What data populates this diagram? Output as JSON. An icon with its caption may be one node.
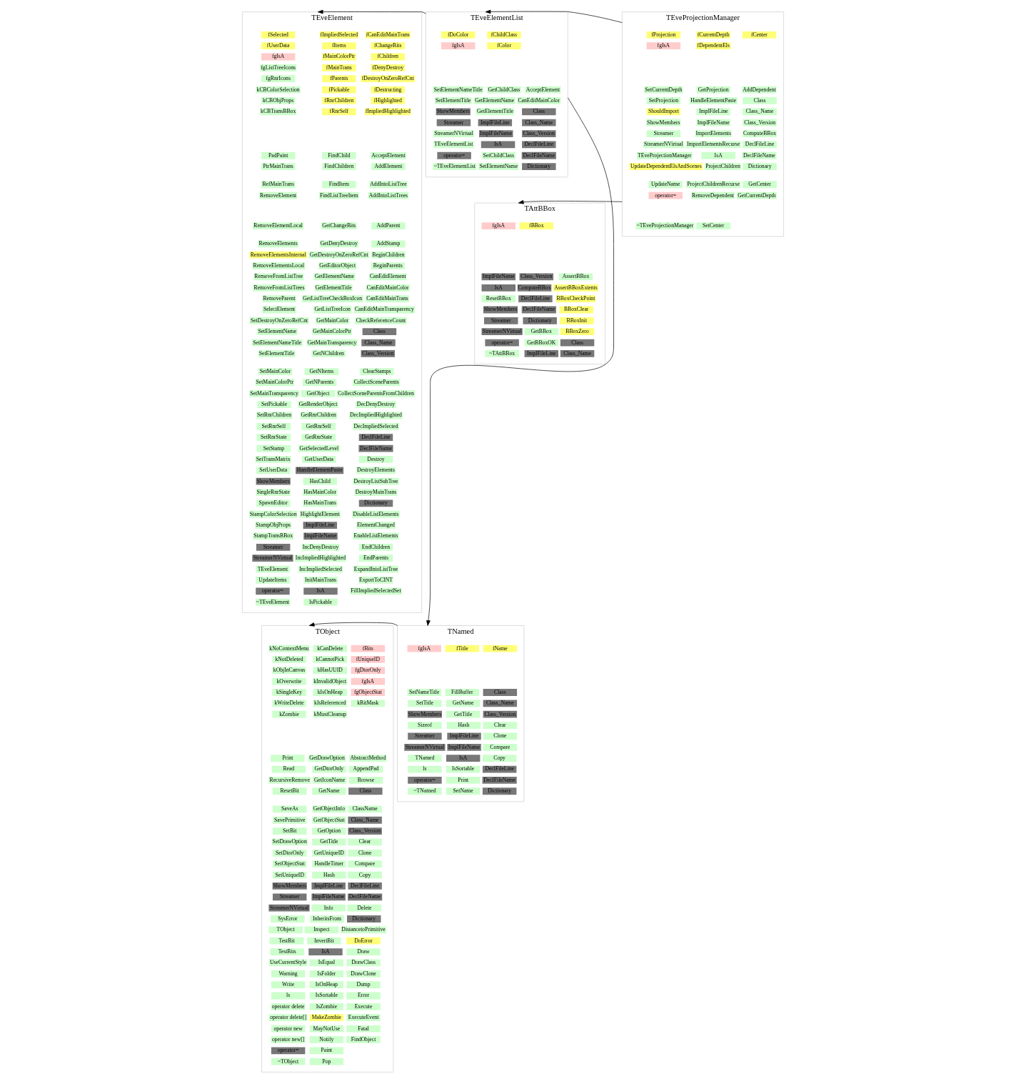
{
  "diagram": {
    "nodes": [
      {
        "text": [
          "TEveElement"
        ]
      },
      {
        "text": [
          "fSelected"
        ],
        "in": 0
      },
      {
        "text": [
          "fUserData"
        ],
        "in": 0
      },
      {
        "text": [
          "fgIsA"
        ],
        "in": 0
      },
      {
        "text": [
          "fgListTreeIcons"
        ],
        "in": 0
      },
      {
        "text": [
          "fgRnrIcons"
        ],
        "in": 0
      },
      {
        "text": [
          "kCBColorSelection"
        ],
        "in": 0
      },
      {
        "text": [
          "kCBObjProps"
        ],
        "in": 0
      },
      {
        "text": [
          "kCBTransBBox"
        ],
        "in": 0
      },
      {
        "text": [
          "fImpliedSelected"
        ],
        "in": 0
      },
      {
        "text": [
          "fItems"
        ],
        "in": 0
      },
      {
        "text": [
          "fMainColorPtr"
        ],
        "in": 0
      },
      {
        "text": [
          "fMainTrans"
        ],
        "in": 0
      },
      {
        "text": [
          "fParents"
        ],
        "in": 0
      },
      {
        "text": [
          "fPickable"
        ],
        "in": 0
      },
      {
        "text": [
          "fRnrChildren"
        ],
        "in": 0
      },
      {
        "text": [
          "fRnrSelf"
        ],
        "in": 0
      },
      {
        "text": [
          "fCanEditMainTrans"
        ],
        "in": 0
      },
      {
        "text": [
          "fChangeBits"
        ],
        "in": 0
      },
      {
        "text": [
          "fChildren"
        ],
        "in": 0
      },
      {
        "text": [
          "fDenyDestroy"
        ],
        "in": 0
      },
      {
        "text": [
          "fDestroyOnZeroRefCnt"
        ],
        "in": 0
      },
      {
        "text": [
          "fDestructing"
        ],
        "in": 0
      },
      {
        "text": [
          "fHighlighted"
        ],
        "in": 0
      },
      {
        "text": [
          "fImpliedHighlighted"
        ],
        "in": 0
      },
      {
        "text": [
          "PadPaint"
        ],
        "in": 0
      },
      {
        "text": [
          "PtrMainTrans"
        ],
        "in": 0
      },
      {
        "text": [
          "RefMainTrans"
        ],
        "in": 0
      },
      {
        "text": [
          "RemoveElement"
        ],
        "in": 0
      },
      {
        "text": [
          "RemoveElementLocal"
        ],
        "in": 0
      },
      {
        "text": [
          "RemoveElements"
        ],
        "in": 0
      },
      {
        "text": [
          "RemoveElementsInternal"
        ],
        "in": 0
      },
      {
        "text": [
          "RemoveElementsLocal"
        ],
        "in": 0
      },
      {
        "text": [
          "RemoveFromListTree"
        ],
        "in": 0
      },
      {
        "text": [
          "RemoveFromListTrees"
        ],
        "in": 0
      },
      {
        "text": [
          "RemoveParent"
        ],
        "in": 0
      },
      {
        "text": [
          "SelectElement"
        ],
        "in": 0
      },
      {
        "text": [
          "SetDestroyOnZeroRefCnt"
        ],
        "in": 0
      },
      {
        "text": [
          "SetElementName"
        ],
        "in": 0
      },
      {
        "text": [
          "SetElementNameTitle"
        ],
        "in": 0
      },
      {
        "text": [
          "SetElementTitle"
        ],
        "in": 0
      },
      {
        "text": [
          "SetMainColor"
        ],
        "in": 0
      },
      {
        "text": [
          "SetMainColorPtr"
        ],
        "in": 0
      },
      {
        "text": [
          "SetMainTransparency"
        ],
        "in": 0
      },
      {
        "text": [
          "SetPickable"
        ],
        "in": 0
      },
      {
        "text": [
          "SetRnrChildren"
        ],
        "in": 0
      },
      {
        "text": [
          "SetRnrSelf"
        ],
        "in": 0
      },
      {
        "text": [
          "SetRnrState"
        ],
        "in": 0
      },
      {
        "text": [
          "SetStamp"
        ],
        "in": 0
      },
      {
        "text": [
          "SetTransMatrix"
        ],
        "in": 0
      },
      {
        "text": [
          "SetUserData"
        ],
        "in": 0
      },
      {
        "text": [
          "ShowMembers"
        ],
        "in": 0
      },
      {
        "text": [
          "SingleRnrState"
        ],
        "in": 0
      },
      {
        "text": [
          "SpawnEditor"
        ],
        "in": 0
      },
      {
        "text": [
          "StampColorSelection"
        ],
        "in": 0
      },
      {
        "text": [
          "StampObjProps"
        ],
        "in": 0
      },
      {
        "text": [
          "StampTransBBox"
        ],
        "in": 0
      },
      {
        "text": [
          "Streamer"
        ],
        "in": 0
      },
      {
        "text": [
          "StreamerNVirtual"
        ],
        "in": 0
      },
      {
        "text": [
          "TEveElement"
        ],
        "in": 0
      },
      {
        "text": [
          "UpdateItems"
        ],
        "in": 0
      },
      {
        "text": [
          "operator="
        ],
        "in": 0
      },
      {
        "text": [
          "~TEveElement"
        ],
        "in": 0
      },
      {
        "text": [
          "FindChild"
        ],
        "in": 0
      },
      {
        "text": [
          "FindChildren"
        ],
        "in": 0
      },
      {
        "text": [
          "FindItem"
        ],
        "in": 0
      },
      {
        "text": [
          "FindListTreeItem"
        ],
        "in": 0
      },
      {
        "text": [
          "GetChangeBits"
        ],
        "in": 0
      },
      {
        "text": [
          "GetDenyDestroy"
        ],
        "in": 0
      },
      {
        "text": [
          "GetDestroyOnZeroRefCnt"
        ],
        "in": 0
      },
      {
        "text": [
          "GetEditorObject"
        ],
        "in": 0
      },
      {
        "text": [
          "GetElementName"
        ],
        "in": 0
      },
      {
        "text": [
          "GetElementTitle"
        ],
        "in": 0
      },
      {
        "text": [
          "GetListTreeCheckBoxIcon"
        ],
        "in": 0
      },
      {
        "text": [
          "GetListTreeIcon"
        ],
        "in": 0
      },
      {
        "text": [
          "GetMainColor"
        ],
        "in": 0
      },
      {
        "text": [
          "GetMainColorPtr"
        ],
        "in": 0
      },
      {
        "text": [
          "GetMainTransparency"
        ],
        "in": 0
      },
      {
        "text": [
          "GetNChildren"
        ],
        "in": 0
      },
      {
        "text": [
          "GetNItems"
        ],
        "in": 0
      },
      {
        "text": [
          "GetNParents"
        ],
        "in": 0
      },
      {
        "text": [
          "GetObject"
        ],
        "in": 0
      },
      {
        "text": [
          "GetRenderObject"
        ],
        "in": 0
      },
      {
        "text": [
          "GetRnrChildren"
        ],
        "in": 0
      },
      {
        "text": [
          "GetRnrSelf"
        ],
        "in": 0
      },
      {
        "text": [
          "GetRnrState"
        ],
        "in": 0
      },
      {
        "text": [
          "GetSelectedLevel"
        ],
        "in": 0
      },
      {
        "text": [
          "GetUserData"
        ],
        "in": 0
      },
      {
        "text": [
          "HandleElementPaste"
        ],
        "in": 0
      },
      {
        "text": [
          "HasChild"
        ],
        "in": 0
      },
      {
        "text": [
          "HasMainColor"
        ],
        "in": 0
      },
      {
        "text": [
          "HasMainTrans"
        ],
        "in": 0
      },
      {
        "text": [
          "HighlightElement"
        ],
        "in": 0
      },
      {
        "text": [
          "ImplFileLine"
        ],
        "in": 0
      },
      {
        "text": [
          "ImplFileName"
        ],
        "in": 0
      },
      {
        "text": [
          "IncDenyDestroy"
        ],
        "in": 0
      },
      {
        "text": [
          "IncImpliedHighlighted"
        ],
        "in": 0
      },
      {
        "text": [
          "IncImpliedSelected"
        ],
        "in": 0
      },
      {
        "text": [
          "InitMainTrans"
        ],
        "in": 0
      },
      {
        "text": [
          "IsA"
        ],
        "in": 0
      },
      {
        "text": [
          "IsPickable"
        ],
        "in": 0
      },
      {
        "text": [
          "AcceptElement"
        ],
        "in": 0
      },
      {
        "text": [
          "AddElement"
        ],
        "in": 0
      },
      {
        "text": [
          "AddIntoListTree"
        ],
        "in": 0
      },
      {
        "text": [
          "AddIntoListTrees"
        ],
        "in": 0
      },
      {
        "text": [
          "AddParent"
        ],
        "in": 0
      },
      {
        "text": [
          "AddStamp"
        ],
        "in": 0
      },
      {
        "text": [
          "BeginChildren"
        ],
        "in": 0
      },
      {
        "text": [
          "BeginParents"
        ],
        "in": 0
      },
      {
        "text": [
          "CanEditElement"
        ],
        "in": 0
      },
      {
        "text": [
          "CanEditMainColor"
        ],
        "in": 0
      },
      {
        "text": [
          "CanEditMainTrans"
        ],
        "in": 0
      },
      {
        "text": [
          "CanEditMainTransparency"
        ],
        "in": 0
      },
      {
        "text": [
          "CheckReferenceCount"
        ],
        "in": 0
      },
      {
        "text": [
          "Class"
        ],
        "in": 0
      },
      {
        "text": [
          "Class_Name"
        ],
        "in": 0
      },
      {
        "text": [
          "Class_Version"
        ],
        "in": 0
      },
      {
        "text": [
          "ClearStamps"
        ],
        "in": 0
      },
      {
        "text": [
          "CollectSceneParents"
        ],
        "in": 0
      },
      {
        "text": [
          "CollectSceneParentsFromChildren"
        ],
        "in": 0
      },
      {
        "text": [
          "DecDenyDestroy"
        ],
        "in": 0
      },
      {
        "text": [
          "DecImpliedHighlighted"
        ],
        "in": 0
      },
      {
        "text": [
          "DecImpliedSelected"
        ],
        "in": 0
      },
      {
        "text": [
          "DeclFileLine"
        ],
        "in": 0
      },
      {
        "text": [
          "DeclFileName"
        ],
        "in": 0
      },
      {
        "text": [
          "Destroy"
        ],
        "in": 0
      },
      {
        "text": [
          "DestroyElements"
        ],
        "in": 0
      },
      {
        "text": [
          "DestroyListSubTree"
        ],
        "in": 0
      },
      {
        "text": [
          "DestroyMainTrans"
        ],
        "in": 0
      },
      {
        "text": [
          "Dictionary"
        ],
        "in": 0
      },
      {
        "text": [
          "DisableListElements"
        ],
        "in": 0
      },
      {
        "text": [
          "ElementChanged"
        ],
        "in": 0
      },
      {
        "text": [
          "EnableListElements"
        ],
        "in": 0
      },
      {
        "text": [
          "EndChildren"
        ],
        "in": 0
      },
      {
        "text": [
          "EndParents"
        ],
        "in": 0
      },
      {
        "text": [
          "ExpandIntoListTree"
        ],
        "in": 0
      },
      {
        "text": [
          "ExportToCINT"
        ],
        "in": 0
      },
      {
        "text": [
          "FillImpliedSelectedSet"
        ],
        "in": 0
      },
      {
        "text": [
          "TEveElementList"
        ]
      },
      {
        "text": [
          "fDoColor"
        ],
        "in": 138
      },
      {
        "text": [
          "fgIsA"
        ],
        "in": 138
      },
      {
        "text": [
          "fChildClass"
        ],
        "in": 138
      },
      {
        "text": [
          "fColor"
        ],
        "in": 138
      },
      {
        "text": [
          "SetElementNameTitle"
        ],
        "in": 138
      },
      {
        "text": [
          "SetElementTitle"
        ],
        "in": 138
      },
      {
        "text": [
          "ShowMembers"
        ],
        "in": 138
      },
      {
        "text": [
          "Streamer"
        ],
        "in": 138
      },
      {
        "text": [
          "StreamerNVirtual"
        ],
        "in": 138
      },
      {
        "text": [
          "TEveElementList"
        ],
        "in": 138
      },
      {
        "text": [
          "operator="
        ],
        "in": 138
      },
      {
        "text": [
          "~TEveElementList"
        ],
        "in": 138
      },
      {
        "text": [
          "GetChildClass"
        ],
        "in": 138
      },
      {
        "text": [
          "GetElementName"
        ],
        "in": 138
      },
      {
        "text": [
          "GetElementTitle"
        ],
        "in": 138
      },
      {
        "text": [
          "ImplFileLine"
        ],
        "in": 138
      },
      {
        "text": [
          "ImplFileName"
        ],
        "in": 138
      },
      {
        "text": [
          "IsA"
        ],
        "in": 138
      },
      {
        "text": [
          "SetChildClass"
        ],
        "in": 138
      },
      {
        "text": [
          "SetElementName"
        ],
        "in": 138
      },
      {
        "text": [
          "AcceptElement"
        ],
        "in": 138
      },
      {
        "text": [
          "CanEditMainColor"
        ],
        "in": 138
      },
      {
        "text": [
          "Class"
        ],
        "in": 138
      },
      {
        "text": [
          "Class_Name"
        ],
        "in": 138
      },
      {
        "text": [
          "Class_Version"
        ],
        "in": 138
      },
      {
        "text": [
          "DeclFileLine"
        ],
        "in": 138
      },
      {
        "text": [
          "DeclFileName"
        ],
        "in": 138
      },
      {
        "text": [
          "Dictionary"
        ],
        "in": 138
      },
      {
        "text": [
          "TEveProjectionManager"
        ]
      },
      {
        "text": [
          "fProjection"
        ],
        "in": 167
      },
      {
        "text": [
          "fgIsA"
        ],
        "in": 167
      },
      {
        "text": [
          "fCurrentDepth"
        ],
        "in": 167
      },
      {
        "text": [
          "fDependentEls"
        ],
        "in": 167
      },
      {
        "text": [
          "fCenter"
        ],
        "in": 167
      },
      {
        "text": [
          "SetCurrentDepth"
        ],
        "in": 167
      },
      {
        "text": [
          "SetProjection"
        ],
        "in": 167
      },
      {
        "text": [
          "ShouldImport"
        ],
        "in": 167
      },
      {
        "text": [
          "ShowMembers"
        ],
        "in": 167
      },
      {
        "text": [
          "Streamer"
        ],
        "in": 167
      },
      {
        "text": [
          "StreamerNVirtual"
        ],
        "in": 167
      },
      {
        "text": [
          "TEveProjectionManager"
        ],
        "in": 167
      },
      {
        "text": [
          "UpdateDependentElsAndScenes"
        ],
        "in": 167
      },
      {
        "text": [
          "UpdateName"
        ],
        "in": 167
      },
      {
        "text": [
          "operator="
        ],
        "in": 167
      },
      {
        "text": [
          "~TEveProjectionManager"
        ],
        "in": 167
      },
      {
        "text": [
          "GetProjection"
        ],
        "in": 167
      },
      {
        "text": [
          "HandleElementPaste"
        ],
        "in": 167
      },
      {
        "text": [
          "ImplFileLine"
        ],
        "in": 167
      },
      {
        "text": [
          "ImplFileName"
        ],
        "in": 167
      },
      {
        "text": [
          "ImportElements"
        ],
        "in": 167
      },
      {
        "text": [
          "ImportElementsRecurse"
        ],
        "in": 167
      },
      {
        "text": [
          "IsA"
        ],
        "in": 167
      },
      {
        "text": [
          "ProjectChildren"
        ],
        "in": 167
      },
      {
        "text": [
          "ProjectChildrenRecurse"
        ],
        "in": 167
      },
      {
        "text": [
          "RemoveDependent"
        ],
        "in": 167
      },
      {
        "text": [
          "SetCenter"
        ],
        "in": 167
      },
      {
        "text": [
          "AddDependent"
        ],
        "in": 167
      },
      {
        "text": [
          "Class"
        ],
        "in": 167
      },
      {
        "text": [
          "Class_Name"
        ],
        "in": 167
      },
      {
        "text": [
          "Class_Version"
        ],
        "in": 167
      },
      {
        "text": [
          "ComputeBBox"
        ],
        "in": 167
      },
      {
        "text": [
          "DeclFileLine"
        ],
        "in": 167
      },
      {
        "text": [
          "DeclFileName"
        ],
        "in": 167
      },
      {
        "text": [
          "Dictionary"
        ],
        "in": 167
      },
      {
        "text": [
          "GetCenter"
        ],
        "in": 167
      },
      {
        "text": [
          "GetCurrentDepth"
        ],
        "in": 167
      },
      {
        "text": [
          "TAttBBox"
        ]
      },
      {
        "text": [
          "fgIsA"
        ],
        "in": 205
      },
      {
        "text": [
          "fBBox"
        ],
        "in": 205
      },
      {
        "text": [
          "ImplFileName"
        ],
        "in": 205
      },
      {
        "text": [
          "IsA"
        ],
        "in": 205
      },
      {
        "text": [
          "ResetBBox"
        ],
        "in": 205
      },
      {
        "text": [
          "ShowMembers"
        ],
        "in": 205
      },
      {
        "text": [
          "Streamer"
        ],
        "in": 205
      },
      {
        "text": [
          "StreamerNVirtual"
        ],
        "in": 205
      },
      {
        "text": [
          "operator="
        ],
        "in": 205
      },
      {
        "text": [
          "~TAttBBox"
        ],
        "in": 205
      },
      {
        "text": [
          "Class_Version"
        ],
        "in": 205
      },
      {
        "text": [
          "ComputeBBox"
        ],
        "in": 205
      },
      {
        "text": [
          "DeclFileLine"
        ],
        "in": 205
      },
      {
        "text": [
          "DeclFileName"
        ],
        "in": 205
      },
      {
        "text": [
          "Dictionary"
        ],
        "in": 205
      },
      {
        "text": [
          "GetBBox"
        ],
        "in": 205
      },
      {
        "text": [
          "GetBBoxOK"
        ],
        "in": 205
      },
      {
        "text": [
          "ImplFileLine"
        ],
        "in": 205
      },
      {
        "text": [
          "AssertBBox"
        ],
        "in": 205
      },
      {
        "text": [
          "AssertBBoxExtents"
        ],
        "in": 205
      },
      {
        "text": [
          "BBoxCheckPoint"
        ],
        "in": 205
      },
      {
        "text": [
          "BBoxClear"
        ],
        "in": 205
      },
      {
        "text": [
          "BBoxInit"
        ],
        "in": 205
      },
      {
        "text": [
          "BBoxZero"
        ],
        "in": 205
      },
      {
        "text": [
          "Class"
        ],
        "in": 205
      },
      {
        "text": [
          "Class_Name"
        ],
        "in": 205
      },
      {
        "text": [
          "TObject"
        ]
      },
      {
        "text": [
          "kNoContextMenu"
        ],
        "in": 232
      },
      {
        "text": [
          "kNotDeleted"
        ],
        "in": 232
      },
      {
        "text": [
          "kObjInCanvas"
        ],
        "in": 232
      },
      {
        "text": [
          "kOverwrite"
        ],
        "in": 232
      },
      {
        "text": [
          "kSingleKey"
        ],
        "in": 232
      },
      {
        "text": [
          "kWriteDelete"
        ],
        "in": 232
      },
      {
        "text": [
          "kZombie"
        ],
        "in": 232
      },
      {
        "text": [
          "kCanDelete"
        ],
        "in": 232
      },
      {
        "text": [
          "kCannotPick"
        ],
        "in": 232
      },
      {
        "text": [
          "kHasUUID"
        ],
        "in": 232
      },
      {
        "text": [
          "kInvalidObject"
        ],
        "in": 232
      },
      {
        "text": [
          "kIsOnHeap"
        ],
        "in": 232
      },
      {
        "text": [
          "kIsReferenced"
        ],
        "in": 232
      },
      {
        "text": [
          "kMustCleanup"
        ],
        "in": 232
      },
      {
        "text": [
          "fBits"
        ],
        "in": 232
      },
      {
        "text": [
          "fUniqueID"
        ],
        "in": 232
      },
      {
        "text": [
          "fgDtorOnly"
        ],
        "in": 232
      },
      {
        "text": [
          "fgIsA"
        ],
        "in": 232
      },
      {
        "text": [
          "fgObjectStat"
        ],
        "in": 232
      },
      {
        "text": [
          "kBitMask"
        ],
        "in": 232
      },
      {
        "text": [
          "Print"
        ],
        "in": 232
      },
      {
        "text": [
          "Read"
        ],
        "in": 232
      },
      {
        "text": [
          "RecursiveRemove"
        ],
        "in": 232
      },
      {
        "text": [
          "ResetBit"
        ],
        "in": 232
      },
      {
        "text": [
          "SaveAs"
        ],
        "in": 232
      },
      {
        "text": [
          "SavePrimitive"
        ],
        "in": 232
      },
      {
        "text": [
          "SetBit"
        ],
        "in": 232
      },
      {
        "text": [
          "SetDrawOption"
        ],
        "in": 232
      },
      {
        "text": [
          "SetDtorOnly"
        ],
        "in": 232
      },
      {
        "text": [
          "SetObjectStat"
        ],
        "in": 232
      },
      {
        "text": [
          "SetUniqueID"
        ],
        "in": 232
      },
      {
        "text": [
          "ShowMembers"
        ],
        "in": 232
      },
      {
        "text": [
          "Streamer"
        ],
        "in": 232
      },
      {
        "text": [
          "StreamerNVirtual"
        ],
        "in": 232
      },
      {
        "text": [
          "SysError"
        ],
        "in": 232
      },
      {
        "text": [
          "TObject"
        ],
        "in": 232
      },
      {
        "text": [
          "TestBit"
        ],
        "in": 232
      },
      {
        "text": [
          "TestBits"
        ],
        "in": 232
      },
      {
        "text": [
          "UseCurrentStyle"
        ],
        "in": 232
      },
      {
        "text": [
          "Warning"
        ],
        "in": 232
      },
      {
        "text": [
          "Write"
        ],
        "in": 232
      },
      {
        "text": [
          "ls"
        ],
        "in": 232
      },
      {
        "text": [
          "operator delete"
        ],
        "in": 232
      },
      {
        "text": [
          "operator delete[]"
        ],
        "in": 232
      },
      {
        "text": [
          "operator new"
        ],
        "in": 232
      },
      {
        "text": [
          "operator new[]"
        ],
        "in": 232
      },
      {
        "text": [
          "operator="
        ],
        "in": 232
      },
      {
        "text": [
          "~TObject"
        ],
        "in": 232
      },
      {
        "text": [
          "GetDrawOption"
        ],
        "in": 232
      },
      {
        "text": [
          "GetDtorOnly"
        ],
        "in": 232
      },
      {
        "text": [
          "GetIconName"
        ],
        "in": 232
      },
      {
        "text": [
          "GetName"
        ],
        "in": 232
      },
      {
        "text": [
          "GetObjectInfo"
        ],
        "in": 232
      },
      {
        "text": [
          "GetObjectStat"
        ],
        "in": 232
      },
      {
        "text": [
          "GetOption"
        ],
        "in": 232
      },
      {
        "text": [
          "GetTitle"
        ],
        "in": 232
      },
      {
        "text": [
          "GetUniqueID"
        ],
        "in": 232
      },
      {
        "text": [
          "HandleTimer"
        ],
        "in": 232
      },
      {
        "text": [
          "Hash"
        ],
        "in": 232
      },
      {
        "text": [
          "ImplFileLine"
        ],
        "in": 232
      },
      {
        "text": [
          "ImplFileName"
        ],
        "in": 232
      },
      {
        "text": [
          "Info"
        ],
        "in": 232
      },
      {
        "text": [
          "InheritsFrom"
        ],
        "in": 232
      },
      {
        "text": [
          "Inspect"
        ],
        "in": 232
      },
      {
        "text": [
          "InvertBit"
        ],
        "in": 232
      },
      {
        "text": [
          "IsA"
        ],
        "in": 232
      },
      {
        "text": [
          "IsEqual"
        ],
        "in": 232
      },
      {
        "text": [
          "IsFolder"
        ],
        "in": 232
      },
      {
        "text": [
          "IsOnHeap"
        ],
        "in": 232
      },
      {
        "text": [
          "IsSortable"
        ],
        "in": 232
      },
      {
        "text": [
          "IsZombie"
        ],
        "in": 232
      },
      {
        "text": [
          "MakeZombie"
        ],
        "in": 232
      },
      {
        "text": [
          "MayNotUse"
        ],
        "in": 232
      },
      {
        "text": [
          "Notify"
        ],
        "in": 232
      },
      {
        "text": [
          "Paint"
        ],
        "in": 232
      },
      {
        "text": [
          "Pop"
        ],
        "in": 232
      },
      {
        "text": [
          "AbstractMethod"
        ],
        "in": 232
      },
      {
        "text": [
          "AppendPad"
        ],
        "in": 232
      },
      {
        "text": [
          "Browse"
        ],
        "in": 232
      },
      {
        "text": [
          "Class"
        ],
        "in": 232
      },
      {
        "text": [
          "ClassName"
        ],
        "in": 232
      },
      {
        "text": [
          "Class_Name"
        ],
        "in": 232
      },
      {
        "text": [
          "Class_Version"
        ],
        "in": 232
      },
      {
        "text": [
          "Clear"
        ],
        "in": 232
      },
      {
        "text": [
          "Clone"
        ],
        "in": 232
      },
      {
        "text": [
          "Compare"
        ],
        "in": 232
      },
      {
        "text": [
          "Copy"
        ],
        "in": 232
      },
      {
        "text": [
          "DeclFileLine"
        ],
        "in": 232
      },
      {
        "text": [
          "DeclFileName"
        ],
        "in": 232
      },
      {
        "text": [
          "Delete"
        ],
        "in": 232
      },
      {
        "text": [
          "Dictionary"
        ],
        "in": 232
      },
      {
        "text": [
          "DistancetoPrimitive"
        ],
        "in": 232
      },
      {
        "text": [
          "DoError"
        ],
        "in": 232
      },
      {
        "text": [
          "Draw"
        ],
        "in": 232
      },
      {
        "text": [
          "DrawClass"
        ],
        "in": 232
      },
      {
        "text": [
          "DrawClone"
        ],
        "in": 232
      },
      {
        "text": [
          "Dump"
        ],
        "in": 232
      },
      {
        "text": [
          "Error"
        ],
        "in": 232
      },
      {
        "text": [
          "Execute"
        ],
        "in": 232
      },
      {
        "text": [
          "ExecuteEvent"
        ],
        "in": 232
      },
      {
        "text": [
          "Fatal"
        ],
        "in": 232
      },
      {
        "text": [
          "FindObject"
        ],
        "in": 232
      },
      {
        "text": [
          "TNamed"
        ]
      },
      {
        "text": [
          "fgIsA"
        ],
        "in": 335
      },
      {
        "text": [
          "fTitle"
        ],
        "in": 335
      },
      {
        "text": [
          "fName"
        ],
        "in": 335
      },
      {
        "text": [
          "SetNameTitle"
        ],
        "in": 335
      },
      {
        "text": [
          "SetTitle"
        ],
        "in": 335
      },
      {
        "text": [
          "ShowMembers"
        ],
        "in": 335
      },
      {
        "text": [
          "Sizeof"
        ],
        "in": 335
      },
      {
        "text": [
          "Streamer"
        ],
        "in": 335
      },
      {
        "text": [
          "StreamerNVirtual"
        ],
        "in": 335
      },
      {
        "text": [
          "TNamed"
        ],
        "in": 335
      },
      {
        "text": [
          "ls"
        ],
        "in": 335
      },
      {
        "text": [
          "operator="
        ],
        "in": 335
      },
      {
        "text": [
          "~TNamed"
        ],
        "in": 335
      },
      {
        "text": [
          "FillBuffer"
        ],
        "in": 335
      },
      {
        "text": [
          "GetName"
        ],
        "in": 335
      },
      {
        "text": [
          "GetTitle"
        ],
        "in": 335
      },
      {
        "text": [
          "Hash"
        ],
        "in": 335
      },
      {
        "text": [
          "ImplFileLine"
        ],
        "in": 335
      },
      {
        "text": [
          "ImplFileName"
        ],
        "in": 335
      },
      {
        "text": [
          "IsA"
        ],
        "in": 335
      },
      {
        "text": [
          "IsSortable"
        ],
        "in": 335
      },
      {
        "text": [
          "Print"
        ],
        "in": 335
      },
      {
        "text": [
          "SetName"
        ],
        "in": 335
      },
      {
        "text": [
          "Class"
        ],
        "in": 335
      },
      {
        "text": [
          "Class_Name"
        ],
        "in": 335
      },
      {
        "text": [
          "Class_Version"
        ],
        "in": 335
      },
      {
        "text": [
          "Clear"
        ],
        "in": 335
      },
      {
        "text": [
          "Clone"
        ],
        "in": 335
      },
      {
        "text": [
          "Compare"
        ],
        "in": 335
      },
      {
        "text": [
          "Copy"
        ],
        "in": 335
      },
      {
        "text": [
          "DeclFileLine"
        ],
        "in": 335
      },
      {
        "text": [
          "DeclFileName"
        ],
        "in": 335
      },
      {
        "text": [
          "Dictionary"
        ],
        "in": 335
      }
    ],
    "edges": [
      {
        "from": 138,
        "to": 0,
        "arrow": "to"
      },
      {
        "from": 167,
        "to": 138,
        "arrow": "to"
      },
      {
        "from": 138,
        "to": 335,
        "arrow": "to"
      },
      {
        "from": 167,
        "to": 205,
        "arrow": "to"
      },
      {
        "from": 335,
        "to": 232,
        "arrow": "to"
      }
    ]
  }
}
